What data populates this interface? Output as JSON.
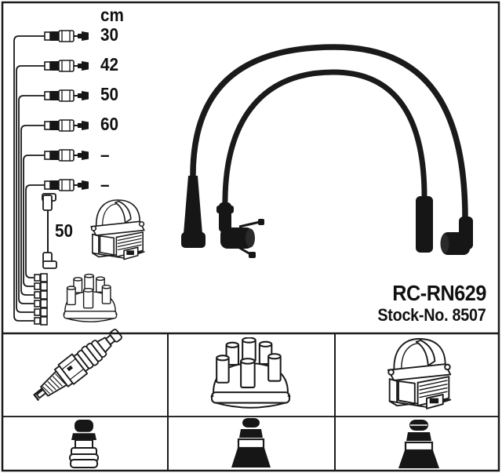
{
  "product": {
    "code": "RC-RN629",
    "stock": "Stock-No. 8507"
  },
  "length_table": {
    "unit_header": "cm",
    "rows": [
      {
        "label": "30"
      },
      {
        "label": "42"
      },
      {
        "label": "50"
      },
      {
        "label": "60"
      },
      {
        "label": "–"
      },
      {
        "label": "–"
      }
    ]
  },
  "coil_wire": {
    "length_label": "50"
  },
  "legend": {
    "row1_icons": [
      "spark-plug",
      "distributor-cap",
      "ignition-coil"
    ],
    "row2_icons": [
      "plug-boot-white",
      "distributor-boot-black",
      "coil-boot-black"
    ]
  },
  "colors": {
    "line": "#1a1a1a",
    "photo_black": "#181818",
    "background": "#ffffff",
    "border": "#1b1b1b"
  }
}
